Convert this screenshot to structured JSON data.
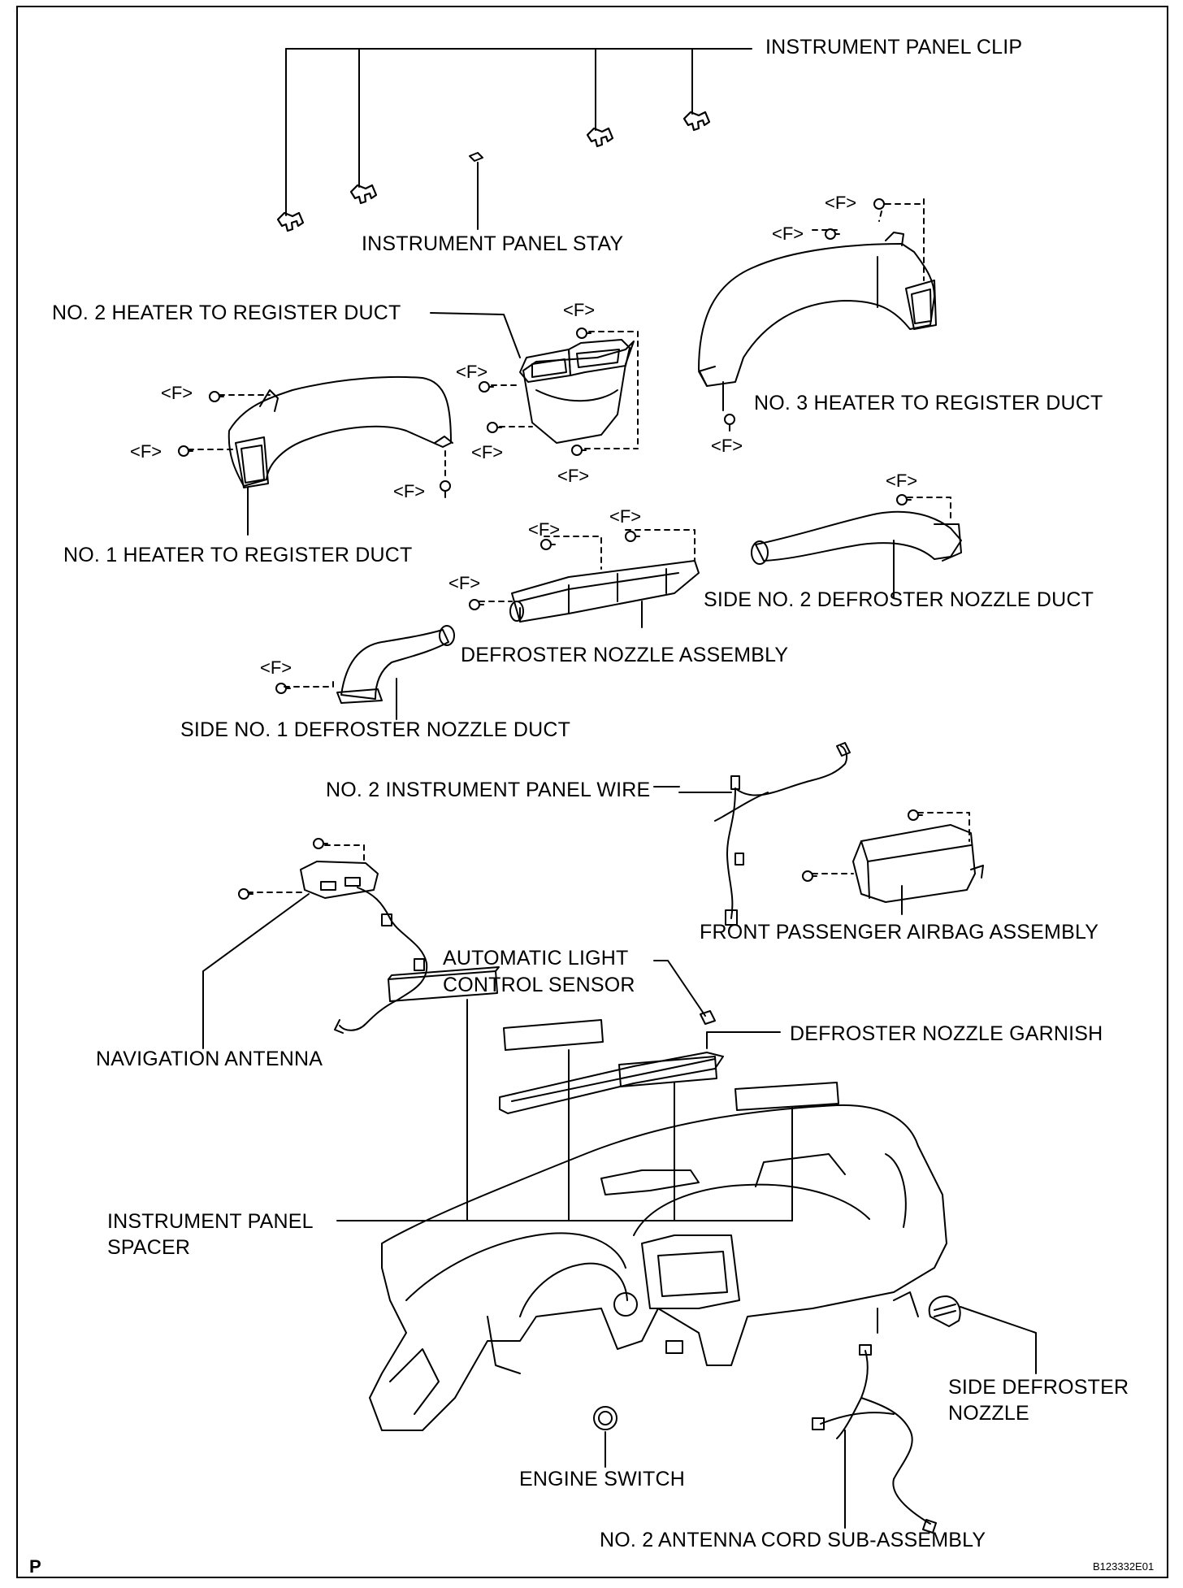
{
  "labels": {
    "instrument_panel_clip": "INSTRUMENT PANEL CLIP",
    "instrument_panel_stay": "INSTRUMENT PANEL STAY",
    "no2_heater_to_register_duct": "NO. 2 HEATER TO REGISTER DUCT",
    "no3_heater_to_register_duct": "NO. 3 HEATER TO REGISTER DUCT",
    "no1_heater_to_register_duct": "NO. 1 HEATER TO REGISTER DUCT",
    "side_no2_defroster_nozzle_duct": "SIDE NO. 2 DEFROSTER NOZZLE DUCT",
    "defroster_nozzle_assembly": "DEFROSTER NOZZLE ASSEMBLY",
    "side_no1_defroster_nozzle_duct": "SIDE NO. 1 DEFROSTER NOZZLE DUCT",
    "no2_instrument_panel_wire": "NO. 2 INSTRUMENT PANEL WIRE",
    "front_passenger_airbag_assembly": "FRONT PASSENGER AIRBAG ASSEMBLY",
    "automatic_light_control_sensor_line1": "AUTOMATIC LIGHT",
    "automatic_light_control_sensor_line2": "CONTROL SENSOR",
    "navigation_antenna": "NAVIGATION ANTENNA",
    "defroster_nozzle_garnish": "DEFROSTER NOZZLE GARNISH",
    "instrument_panel_spacer_line1": "INSTRUMENT PANEL",
    "instrument_panel_spacer_line2": "SPACER",
    "side_defroster_nozzle_line1": "SIDE DEFROSTER",
    "side_defroster_nozzle_line2": "NOZZLE",
    "engine_switch": "ENGINE SWITCH",
    "no2_antenna_cord_sub_assembly": "NO. 2 ANTENNA CORD SUB-ASSEMBLY"
  },
  "fastener_label": "<F>",
  "corner_mark": "P",
  "figure_code": "B123332E01"
}
